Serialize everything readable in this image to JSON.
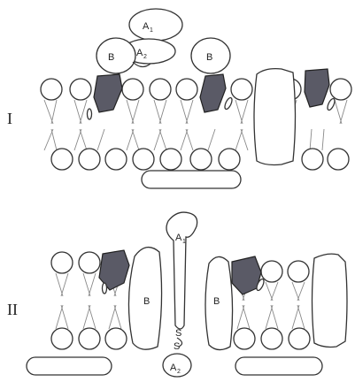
{
  "labels": {
    "panel_one": "I",
    "panel_two": "II",
    "subunit_a": "A",
    "sub_1": "1",
    "sub_2": "2",
    "subunit_b": "B",
    "disulfide_s": "S"
  }
}
